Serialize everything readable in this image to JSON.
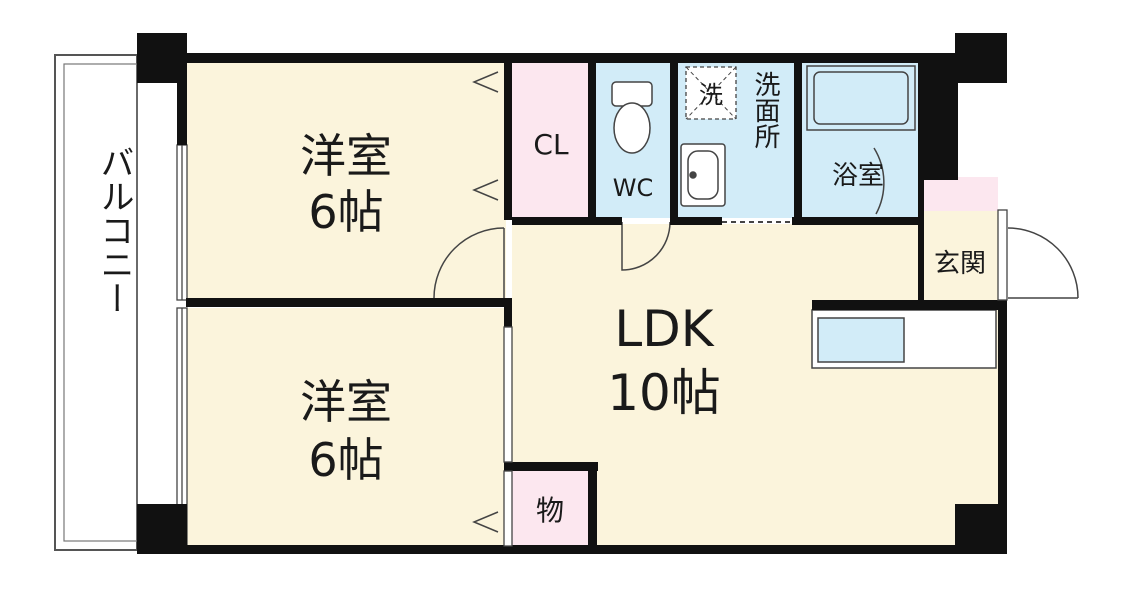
{
  "rooms": {
    "western_room_top": {
      "name": "洋室",
      "size": "6帖"
    },
    "western_room_bottom": {
      "name": "洋室",
      "size": "6帖"
    },
    "closet": "CL",
    "toilet": "WC",
    "washing_machine": "洗",
    "washroom": "洗面所",
    "bathroom": "浴室",
    "entrance": "玄関",
    "ldk": {
      "name": "LDK",
      "size": "10帖"
    },
    "storage": "物"
  },
  "balcony": "バルコニー",
  "colors": {
    "room_fill": "#fbf4dc",
    "closet_fill": "#fce7ef",
    "wet_area_fill": "#d2ecf8",
    "wall": "#111111"
  }
}
